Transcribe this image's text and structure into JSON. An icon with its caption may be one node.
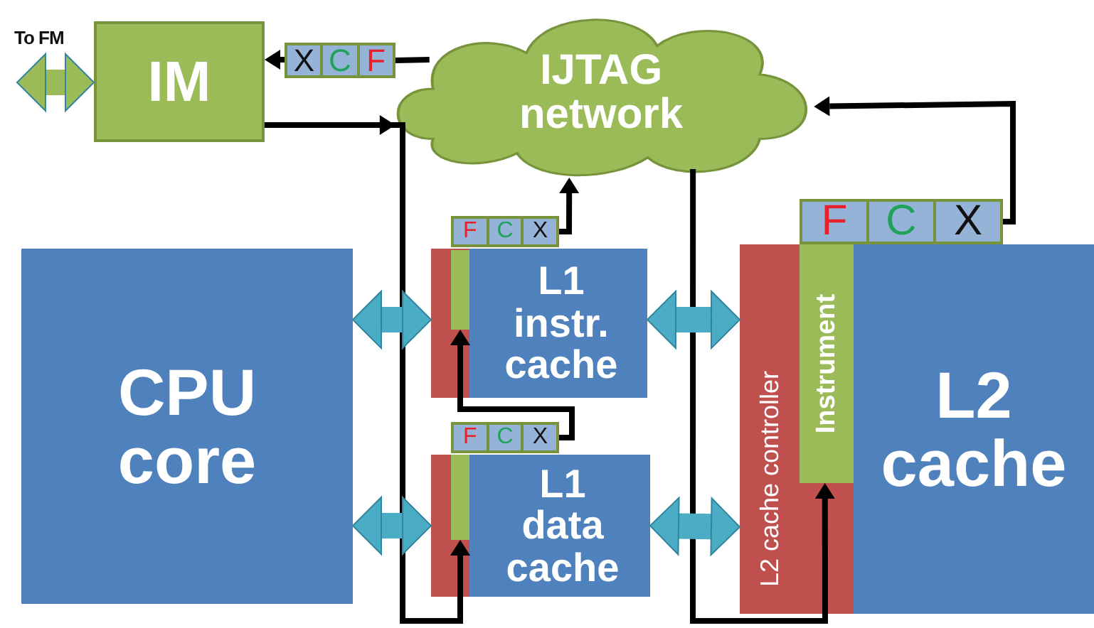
{
  "diagram": {
    "nodes": [
      {
        "text": [
          "IM"
        ]
      },
      {
        "text": [
          "X",
          "C",
          "F"
        ]
      },
      {
        "text": [
          "IJTAG network"
        ]
      },
      {
        "text": [
          "CPU core"
        ]
      },
      {
        "text": [],
        "shape": "box"
      },
      {
        "text": [
          "L1 instr. cache"
        ]
      },
      {
        "text": [],
        "shape": "bar",
        "in": 4
      },
      {
        "text": [
          "F",
          "C",
          "X"
        ]
      },
      {
        "text": [],
        "shape": "box"
      },
      {
        "text": [
          "L1 data cache"
        ]
      },
      {
        "text": [],
        "shape": "bar",
        "in": 8
      },
      {
        "text": [
          "F",
          "C",
          "X"
        ]
      },
      {
        "text": [
          "L2 cache controller"
        ]
      },
      {
        "text": [
          "Instrument"
        ],
        "in": 12
      },
      {
        "text": [
          "F",
          "C",
          "X"
        ]
      },
      {
        "text": [
          "L2 cache"
        ]
      }
    ],
    "edges": [
      {
        "from": null,
        "to": 0,
        "arrow": "both",
        "label": "To FM",
        "style": "thick",
        "color": "#9bbb59"
      },
      {
        "from": 2,
        "to": 1,
        "arrow": "none"
      },
      {
        "from": 1,
        "to": 0,
        "arrow": "to"
      },
      {
        "from": 0,
        "to": 2,
        "arrow": "to"
      },
      {
        "from": 0,
        "to": 10,
        "arrow": "to"
      },
      {
        "from": 7,
        "to": 2,
        "arrow": "to"
      },
      {
        "from": 11,
        "to": 6,
        "arrow": "to"
      },
      {
        "from": 2,
        "to": 13,
        "arrow": "to"
      },
      {
        "from": 14,
        "to": 2,
        "arrow": "to"
      },
      {
        "from": 3,
        "to": 4,
        "arrow": "both",
        "style": "thick",
        "color": "#4bacc6"
      },
      {
        "from": 3,
        "to": 8,
        "arrow": "both",
        "style": "thick",
        "color": "#4bacc6"
      },
      {
        "from": 5,
        "to": 12,
        "arrow": "both",
        "style": "thick",
        "color": "#4bacc6"
      },
      {
        "from": 9,
        "to": 12,
        "arrow": "both",
        "style": "thick",
        "color": "#4bacc6"
      }
    ]
  }
}
